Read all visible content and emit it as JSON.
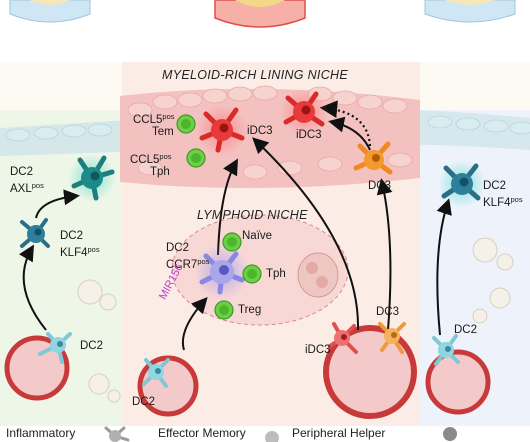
{
  "niches": {
    "lining_title": "MYELOID-RICH LINING NICHE",
    "lymphoid_title": "LYMPHOID NICHE"
  },
  "labels": {
    "ccl5_tem_1": "CCL5",
    "ccl5_tem_sup": "pos",
    "tem": "Tem",
    "ccl5_tph_1": "CCL5",
    "ccl5_tph_sup": "pos",
    "tph_top": "Tph",
    "idc3_a": "iDC3",
    "idc3_b": "iDC3",
    "dc3_top": "DC3",
    "dc2_axl_1": "DC2",
    "dc2_axl_2": "AXL",
    "dc2_axl_sup": "pos",
    "dc2_klf4_left_1": "DC2",
    "dc2_klf4_left_2": "KLF4",
    "dc2_klf4_left_sup": "pos",
    "dc2_klf4_right_1": "DC2",
    "dc2_klf4_right_2": "KLF4",
    "dc2_klf4_right_sup": "pos",
    "dc2_ccr7_1": "DC2",
    "dc2_ccr7_2": "CCR7",
    "dc2_ccr7_sup": "pos",
    "naive": "Naïve",
    "tph_mid": "Tph",
    "treg": "Treg",
    "mir156": "MIR156",
    "dc2_blood_left": "DC2",
    "dc2_blood_mid": "DC2",
    "dc2_blood_right": "DC2",
    "idc3_blood": "iDC3",
    "dc3_blood": "DC3"
  },
  "legend": {
    "item1": "Inflammatory",
    "item2": "Effector Memory",
    "item3": "Peripheral Helper"
  },
  "colors": {
    "dc2_teal": "#1d8a8a",
    "dc2_light": "#7fd0dc",
    "idc3_red": "#e83a3a",
    "dc3_orange": "#f39a2c",
    "tcell_green": "#6ccf47",
    "dc_ccr7_lavender": "#a9a6ea",
    "mir_purple": "#c040d0",
    "lining_band": "#f4c1c1",
    "lymphoid_bg": "#fbe4e1"
  }
}
